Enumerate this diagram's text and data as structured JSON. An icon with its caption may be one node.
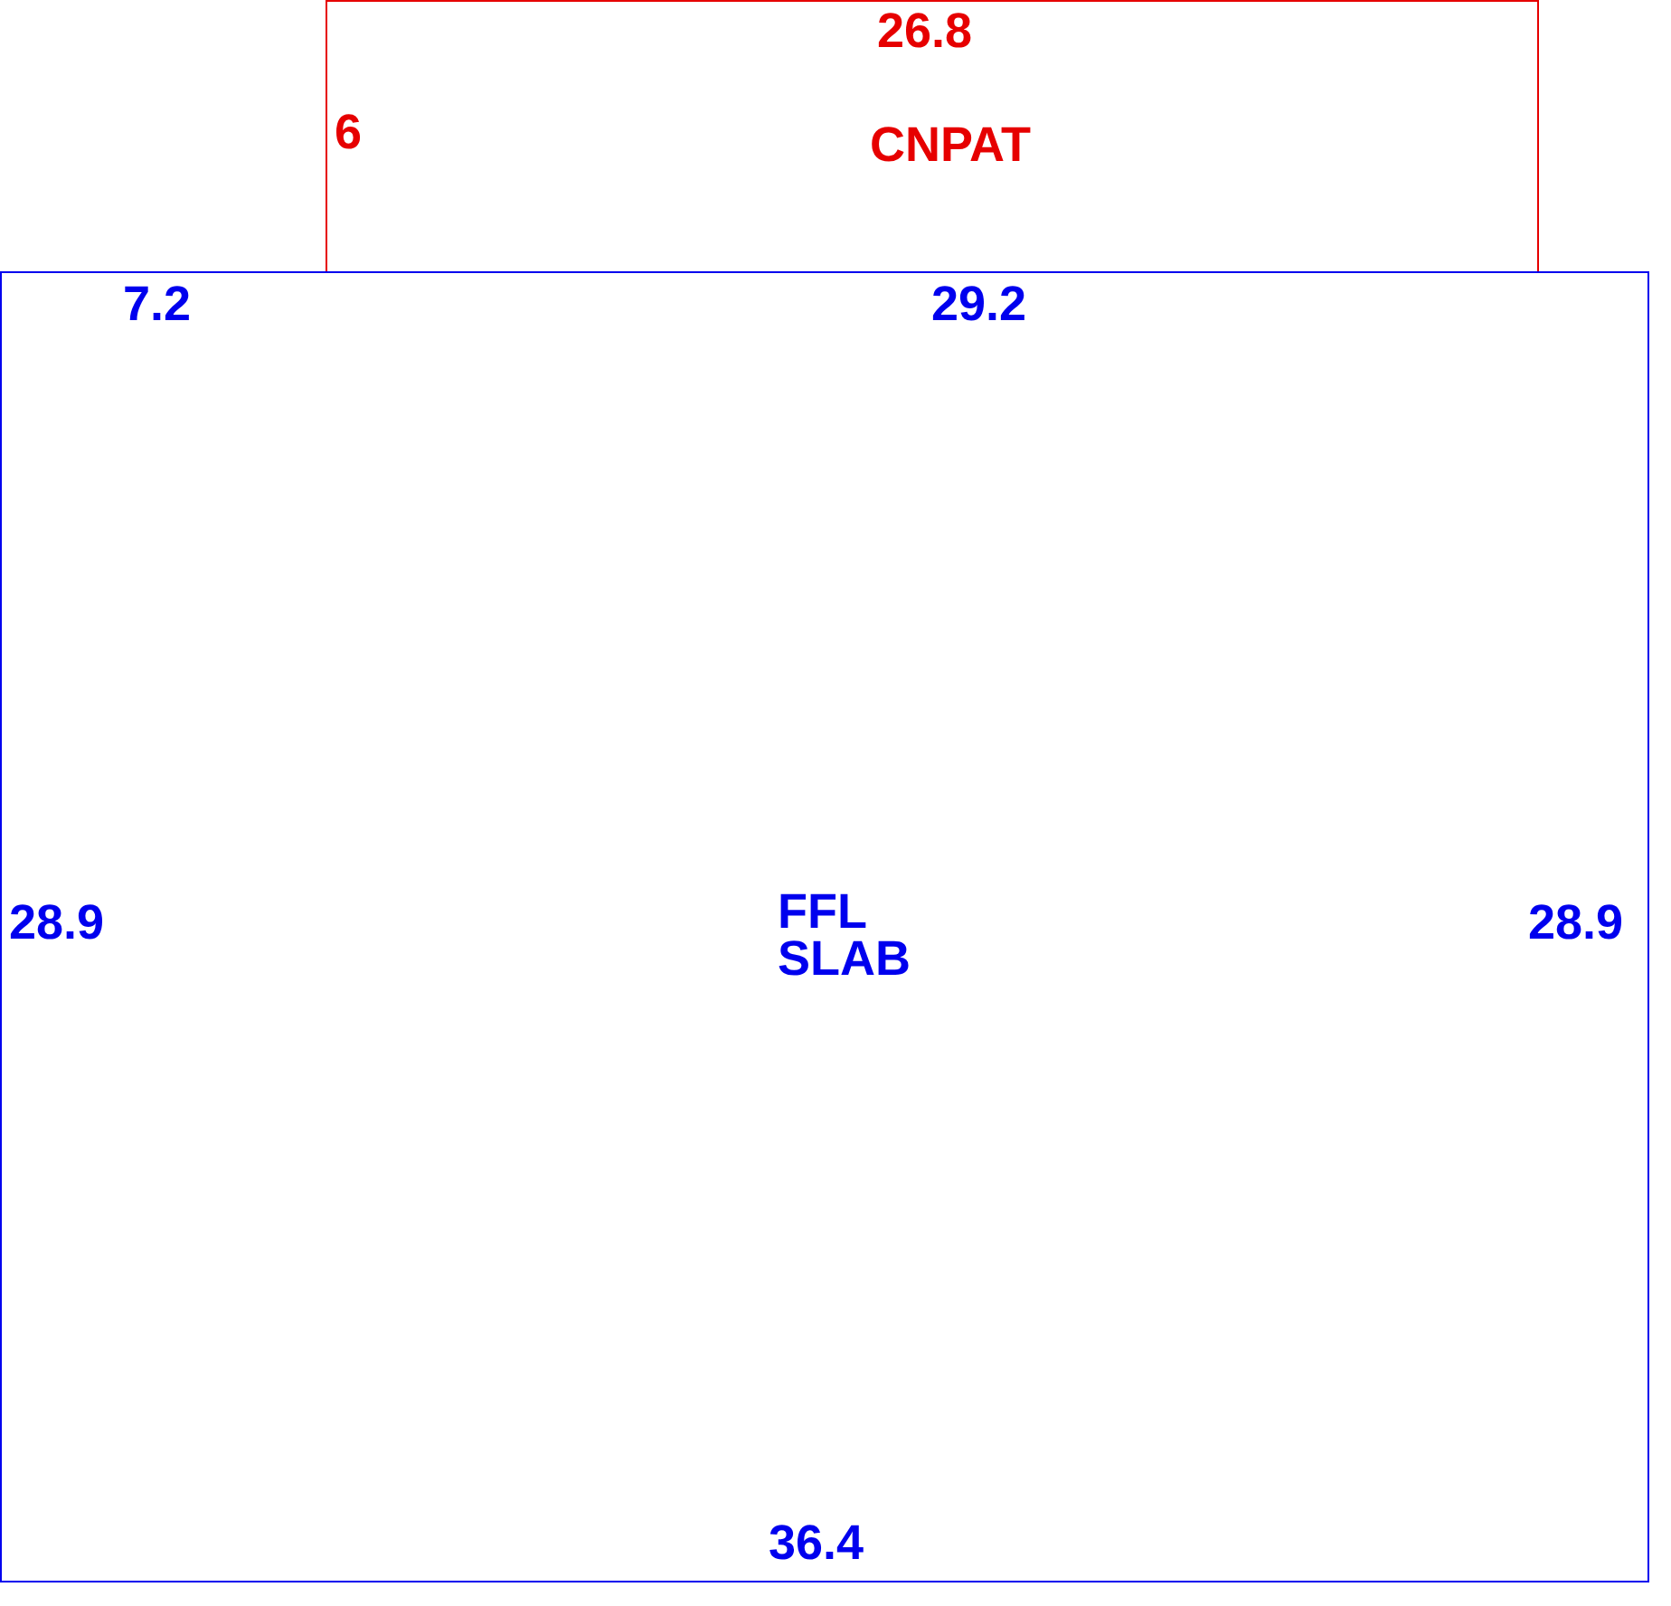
{
  "diagram": {
    "nodes": [
      {
        "text": [
          "CNPAT"
        ]
      },
      {
        "text": [
          "FFL SLAB"
        ]
      }
    ],
    "labels": [
      "26.8",
      "6",
      "7.2",
      "29.2",
      "28.9",
      "28.9",
      "36.4"
    ]
  }
}
